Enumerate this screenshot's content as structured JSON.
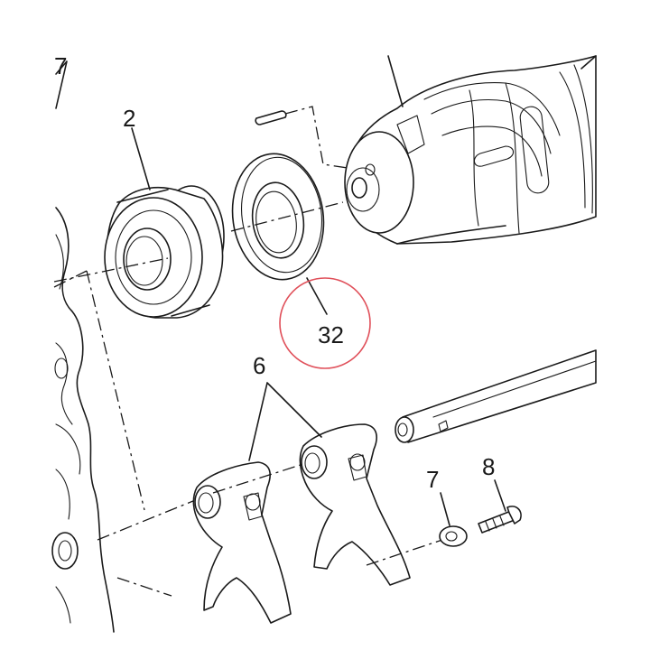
{
  "callouts": {
    "drum": "7",
    "bearing": "2",
    "washer": "32",
    "fork": "6",
    "ring": "7",
    "screw": "8"
  },
  "highlight": {
    "color": "#e0505a",
    "target": "washer"
  }
}
